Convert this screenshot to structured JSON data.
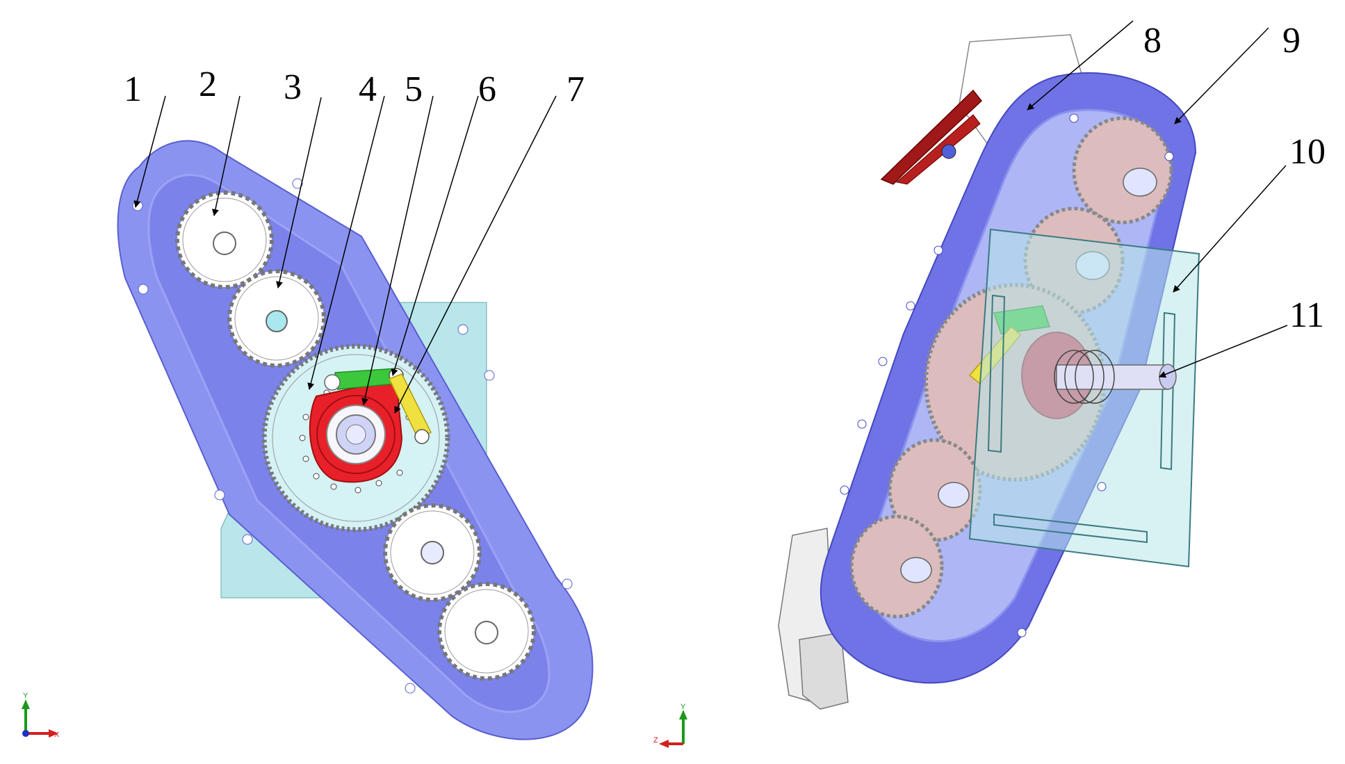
{
  "callouts": [
    {
      "id": "1",
      "label": "1"
    },
    {
      "id": "2",
      "label": "2"
    },
    {
      "id": "3",
      "label": "3"
    },
    {
      "id": "4",
      "label": "4"
    },
    {
      "id": "5",
      "label": "5"
    },
    {
      "id": "6",
      "label": "6"
    },
    {
      "id": "7",
      "label": "7"
    },
    {
      "id": "8",
      "label": "8"
    },
    {
      "id": "9",
      "label": "9"
    },
    {
      "id": "10",
      "label": "10"
    },
    {
      "id": "11",
      "label": "11"
    }
  ],
  "triad_left": {
    "y": "Y",
    "x": "X"
  },
  "triad_right": {
    "y": "Y",
    "z": "Z"
  },
  "colors": {
    "housing": "#8a94f0",
    "housing_dark": "#6f73e6",
    "housing_edge": "#5a5ed0",
    "gear_face": "#ffffff",
    "gear_pink": "#dcbcbc",
    "plate": "#b8e6ea",
    "red_cam": "#e8202a",
    "green_link": "#3cc83c",
    "yellow_link": "#f0e040",
    "dark_red_handle": "#a01818"
  }
}
